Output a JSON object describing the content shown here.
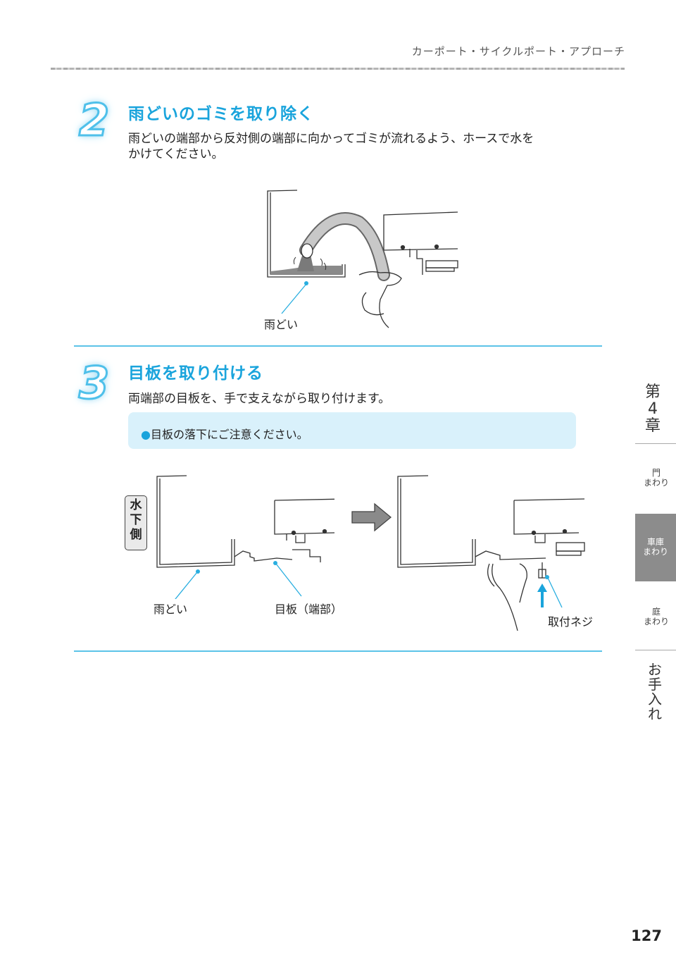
{
  "header": {
    "title": "カーポート・サイクルポート・アプローチ"
  },
  "steps": [
    {
      "number": "2",
      "title": "雨どいのゴミを取り除く",
      "desc_line1": "雨どいの端部から反対側の端部に向かってゴミが流れるよう、ホースで水を",
      "desc_line2": "かけてください。",
      "figure_label": "雨どい"
    },
    {
      "number": "3",
      "title": "目板を取り付ける",
      "desc": "両端部の目板を、手で支えながら取り付けます。",
      "note_bullet": "●",
      "note": "目板の落下にご注意ください。",
      "side_tag": [
        "水",
        "下",
        "側"
      ],
      "label_gutter": "雨どい",
      "label_plate": "目板（端部）",
      "label_screw": "取付ネジ"
    }
  ],
  "sidebar": {
    "chapter": [
      "第",
      "4",
      "章"
    ],
    "items": [
      {
        "line1": "門",
        "line2": "まわり"
      },
      {
        "line1": "車庫",
        "line2": "まわり",
        "active": true
      },
      {
        "line1": "庭",
        "line2": "まわり"
      }
    ],
    "last": [
      "お",
      "手",
      "入",
      "れ"
    ]
  },
  "page_number": "127",
  "colors": {
    "accent": "#1aa4dc",
    "rule": "#5cc3e8",
    "note_bg": "#d9f1fb",
    "side_active": "#8c8c8c"
  }
}
